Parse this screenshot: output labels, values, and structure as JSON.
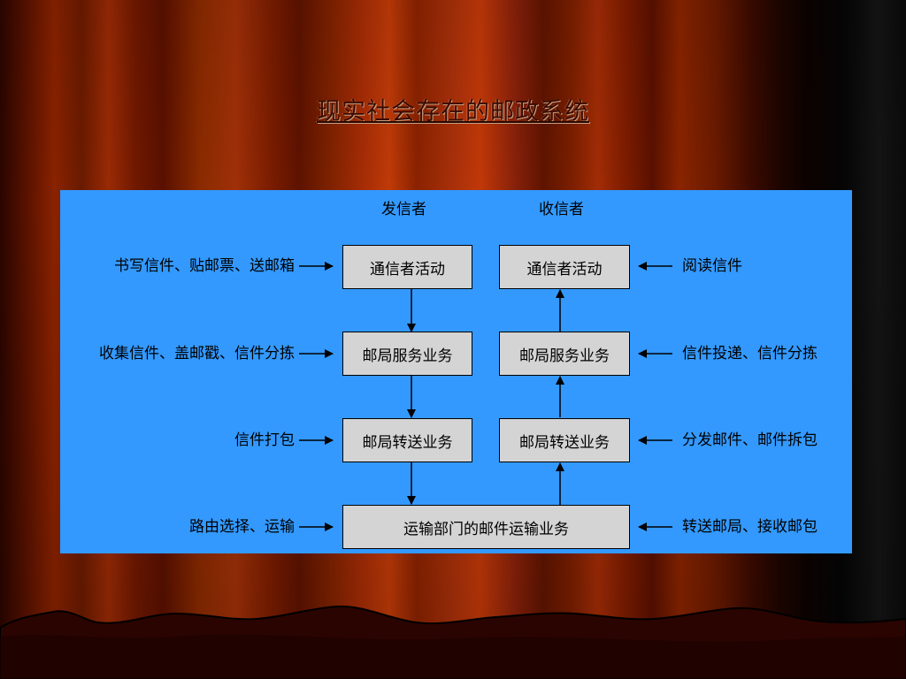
{
  "title": "现实社会存在的邮政系统",
  "diagram": {
    "headers": {
      "sender": "发信者",
      "receiver": "收信者"
    },
    "sender_column": {
      "boxes": [
        "通信者活动",
        "邮局服务业务",
        "邮局转送业务"
      ],
      "side_labels": [
        "书写信件、贴邮票、送邮箱",
        "收集信件、盖邮戳、信件分拣",
        "信件打包",
        "路由选择、运输"
      ]
    },
    "receiver_column": {
      "boxes": [
        "通信者活动",
        "邮局服务业务",
        "邮局转送业务"
      ],
      "side_labels": [
        "阅读信件",
        "信件投递、信件分拣",
        "分发邮件、邮件拆包",
        "转送邮局、接收邮包"
      ]
    },
    "bottom_box": "运输部门的邮件运输业务"
  },
  "colors": {
    "panel": "#3399ff",
    "box": "#d4d4d4",
    "curtain": "#8a2200"
  }
}
